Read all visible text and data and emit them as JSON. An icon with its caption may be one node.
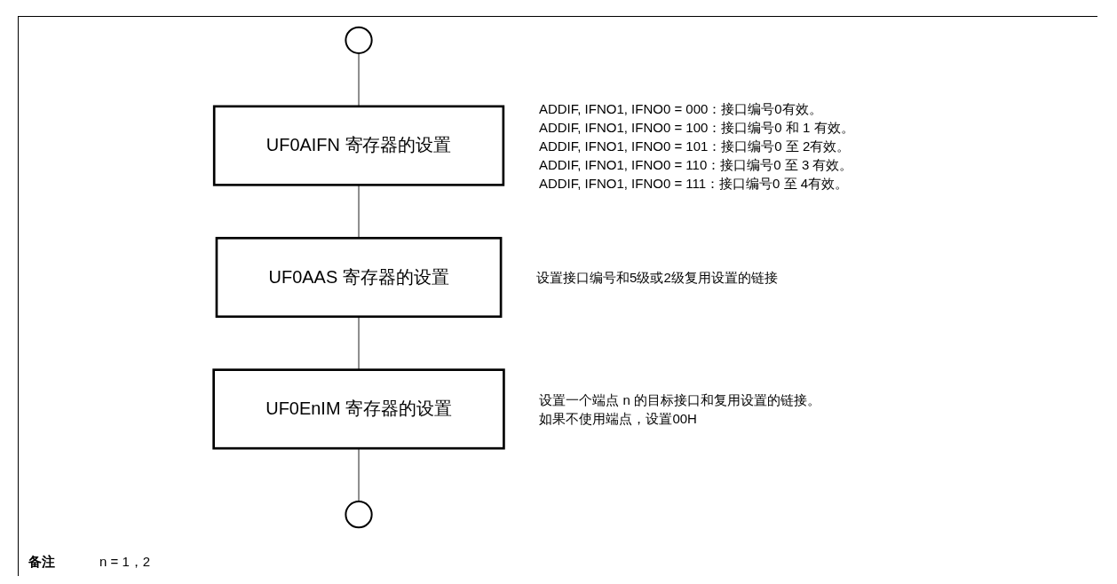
{
  "diagram": {
    "nodes": [
      {
        "text": [],
        "shape": "circle"
      },
      {
        "text": [
          "UF0AIFN 寄存器的设置"
        ],
        "beside": [
          "ADDIF, IFNO1, IFNO0 = 000：接口编号0有效。",
          "ADDIF, IFNO1, IFNO0 = 100：接口编号0 和 1 有效。",
          "ADDIF, IFNO1, IFNO0 = 101：接口编号0 至 2有效。",
          "ADDIF, IFNO1, IFNO0 = 110：接口编号0 至 3 有效。",
          "ADDIF, IFNO1, IFNO0 = 111：接口编号0 至 4有效。"
        ]
      },
      {
        "text": [
          "UF0AAS 寄存器的设置"
        ],
        "beside": [
          "设置接口编号和5级或2级复用设置的链接"
        ]
      },
      {
        "text": [
          "UF0EnIM 寄存器的设置"
        ],
        "beside": [
          "设置一个端点 n 的目标接口和复用设置的链接。",
          "如果不使用端点，设置00H"
        ]
      },
      {
        "text": [],
        "shape": "circle"
      }
    ],
    "edges": [
      {
        "from": 0,
        "to": 1,
        "arrow": "none"
      },
      {
        "from": 1,
        "to": 2,
        "arrow": "none"
      },
      {
        "from": 2,
        "to": 3,
        "arrow": "none"
      },
      {
        "from": 3,
        "to": 4,
        "arrow": "none"
      }
    ],
    "labels": [
      "备注",
      "n = 1，2"
    ]
  }
}
